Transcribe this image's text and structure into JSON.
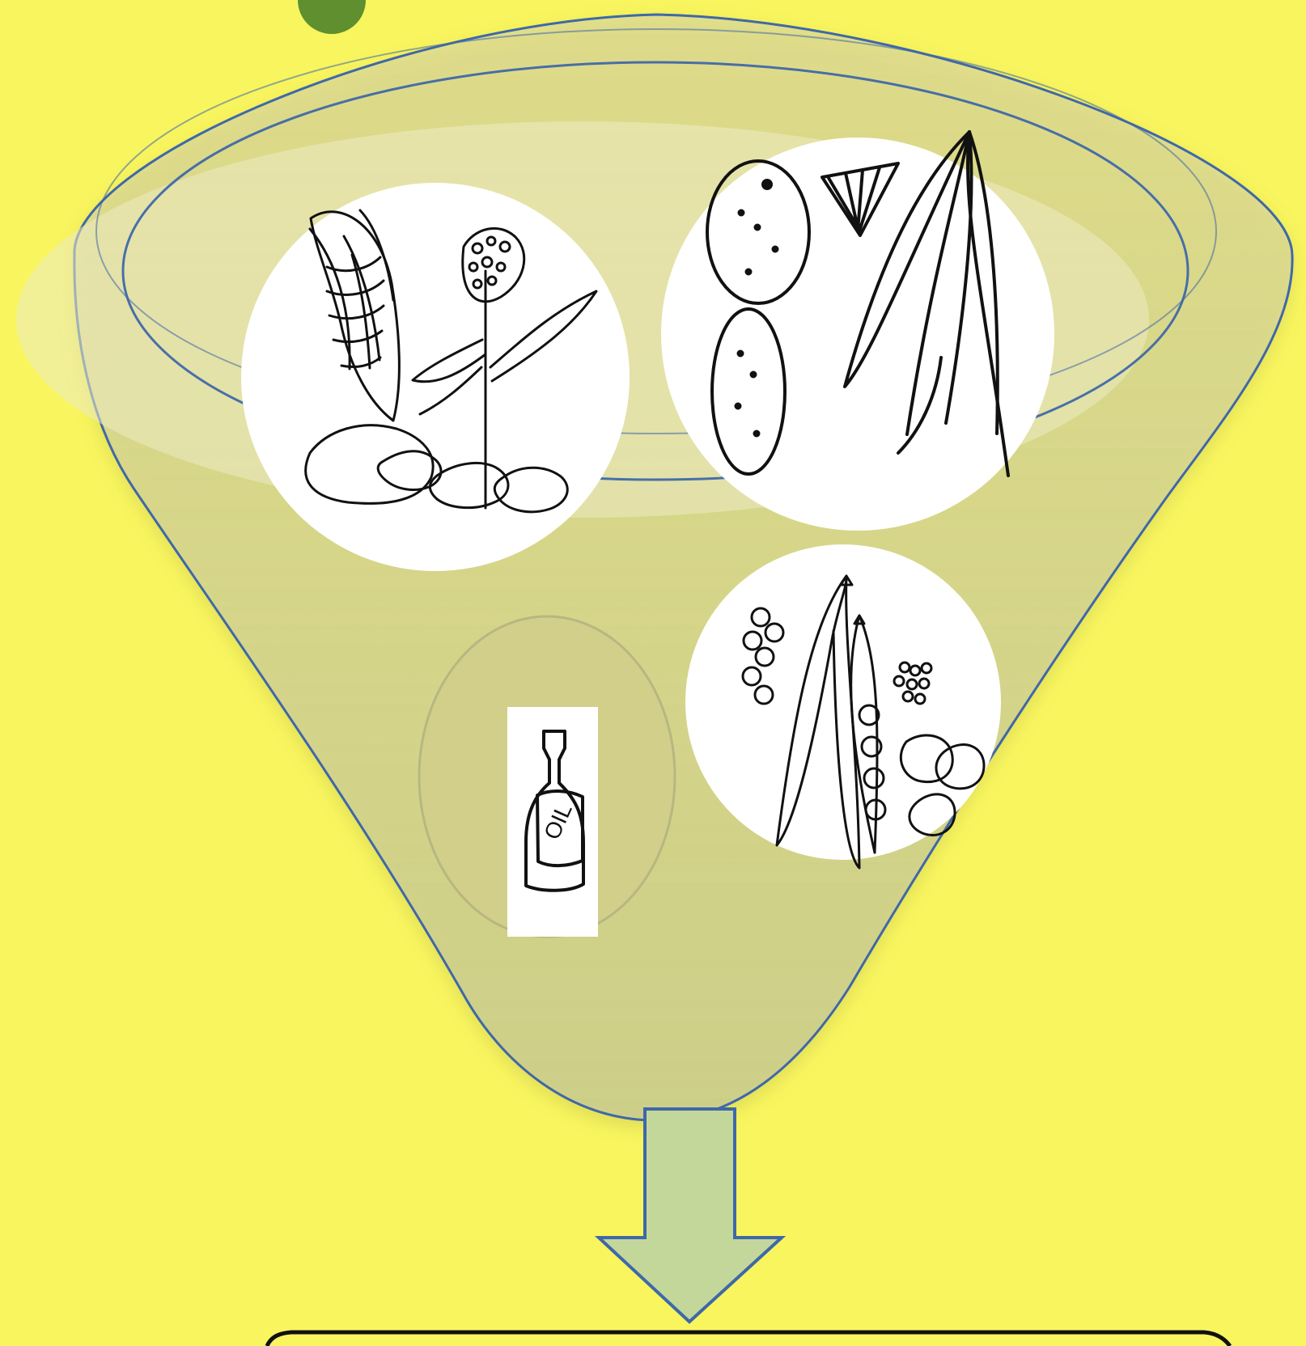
{
  "diagram": {
    "type": "funnel",
    "colors": {
      "background": "#f7f35f",
      "funnel_fill": "#c7c98a",
      "funnel_outline": "#3f68a8",
      "arrow_fill": "#c4d79b",
      "arrow_stroke": "#3f68a8",
      "badge": "#5f8f2e",
      "outline_ink": "#111111"
    },
    "illustrations": [
      {
        "id": "grains-roots",
        "icon": "corn-millet-tuber-icon"
      },
      {
        "id": "fruits-vegetables",
        "icon": "citrus-bean-pod-icon"
      },
      {
        "id": "fat-oil",
        "icon": "oil-bottle-icon"
      },
      {
        "id": "legumes",
        "icon": "pea-pod-bean-icon"
      }
    ],
    "bottle_label": "OIL"
  }
}
